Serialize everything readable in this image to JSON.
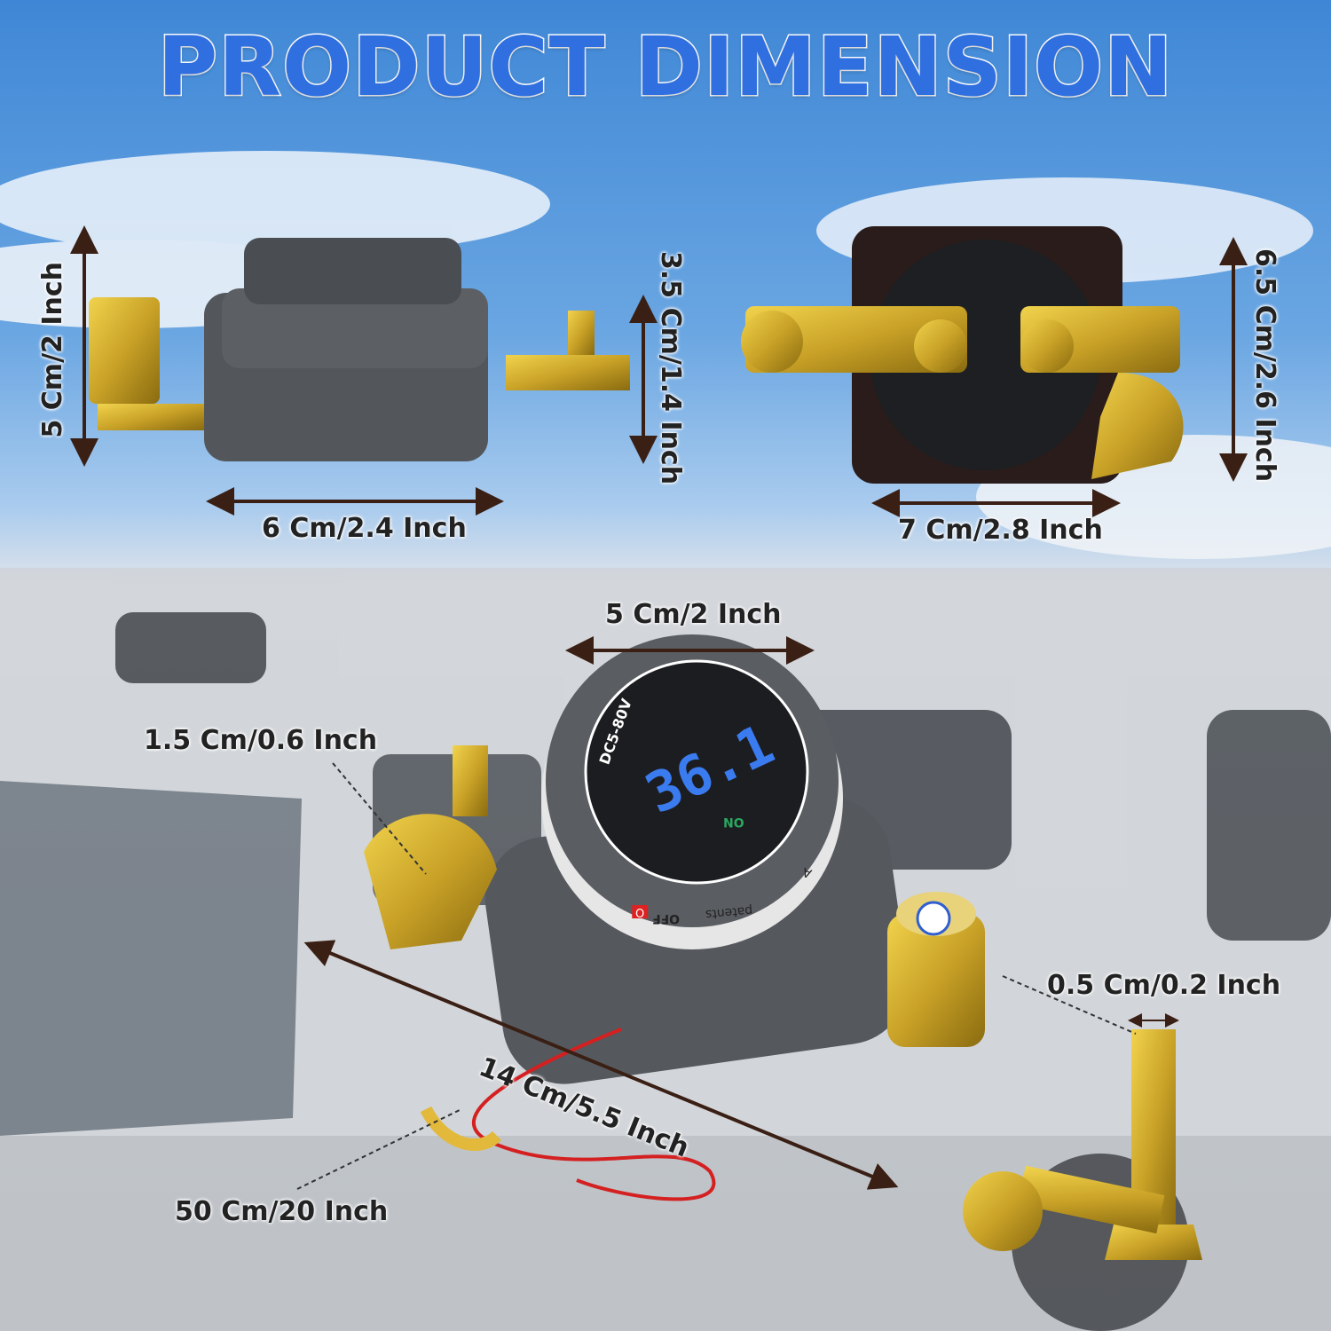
{
  "title": "PRODUCT DIMENSION",
  "dimensions": {
    "side_height": "5 Cm/2 Inch",
    "side_width": "6 Cm/2.4 Inch",
    "side_body_height": "3.5 Cm/1.4 Inch",
    "back_width": "7 Cm/2.8 Inch",
    "back_height": "6.5 Cm/2.6 Inch",
    "top_knob_width": "5 Cm/2 Inch",
    "terminal_thickness": "1.5 Cm/0.6 Inch",
    "total_length": "14 Cm/5.5 Inch",
    "bolt_diameter": "0.5 Cm/0.2 Inch",
    "wire_length": "50 Cm/20 Inch"
  },
  "device": {
    "voltage_rating": "DC5-80V",
    "display_reading": "36.1",
    "on_label": "ON",
    "off_label": "OFF",
    "patents_label": "patents",
    "position_a": "A",
    "off_position_marker": "O"
  },
  "colors": {
    "title": "#2f6fe0",
    "housing": "#5a5d62",
    "brass": "#c9a227",
    "display": "#3b7bf0"
  }
}
